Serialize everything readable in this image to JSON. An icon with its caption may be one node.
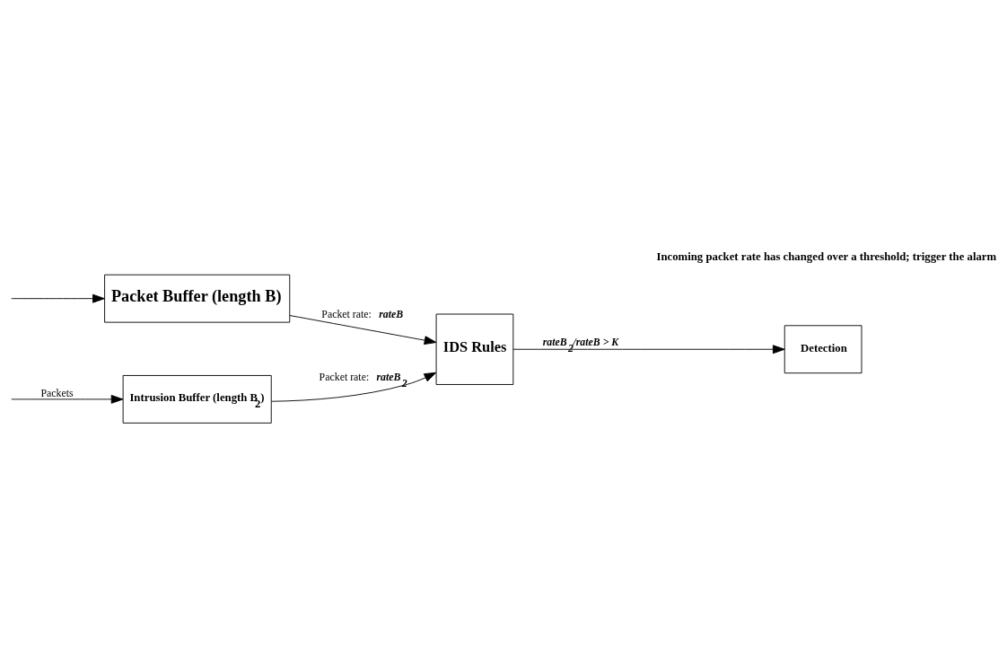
{
  "diagram": {
    "nodes": [
      {
        "text": [
          "Intrusion Buffer (length B$_{2}$)"
        ]
      },
      {
        "text": [
          "IDS Rules"
        ]
      },
      {
        "text": [
          "Packet Buffer (length B)"
        ]
      },
      {
        "text": [
          "Detection"
        ]
      }
    ],
    "edges": [
      {
        "from": null,
        "to": 0,
        "arrow": "to",
        "label": "Packets"
      },
      {
        "from": null,
        "to": 2,
        "arrow": "to"
      },
      {
        "from": 0,
        "to": 1,
        "arrow": "to",
        "label": "Packet rate:  *rateB$_{2}$*"
      },
      {
        "from": 2,
        "to": 1,
        "arrow": "to",
        "label": "Packet rate:  *rateB*"
      },
      {
        "from": 1,
        "to": 3,
        "arrow": "to",
        "label": "*rateB$_{2}$/rateB > K*"
      }
    ],
    "labels": [
      "Incoming packet rate has changed over a threshold; trigger the alarm"
    ]
  }
}
